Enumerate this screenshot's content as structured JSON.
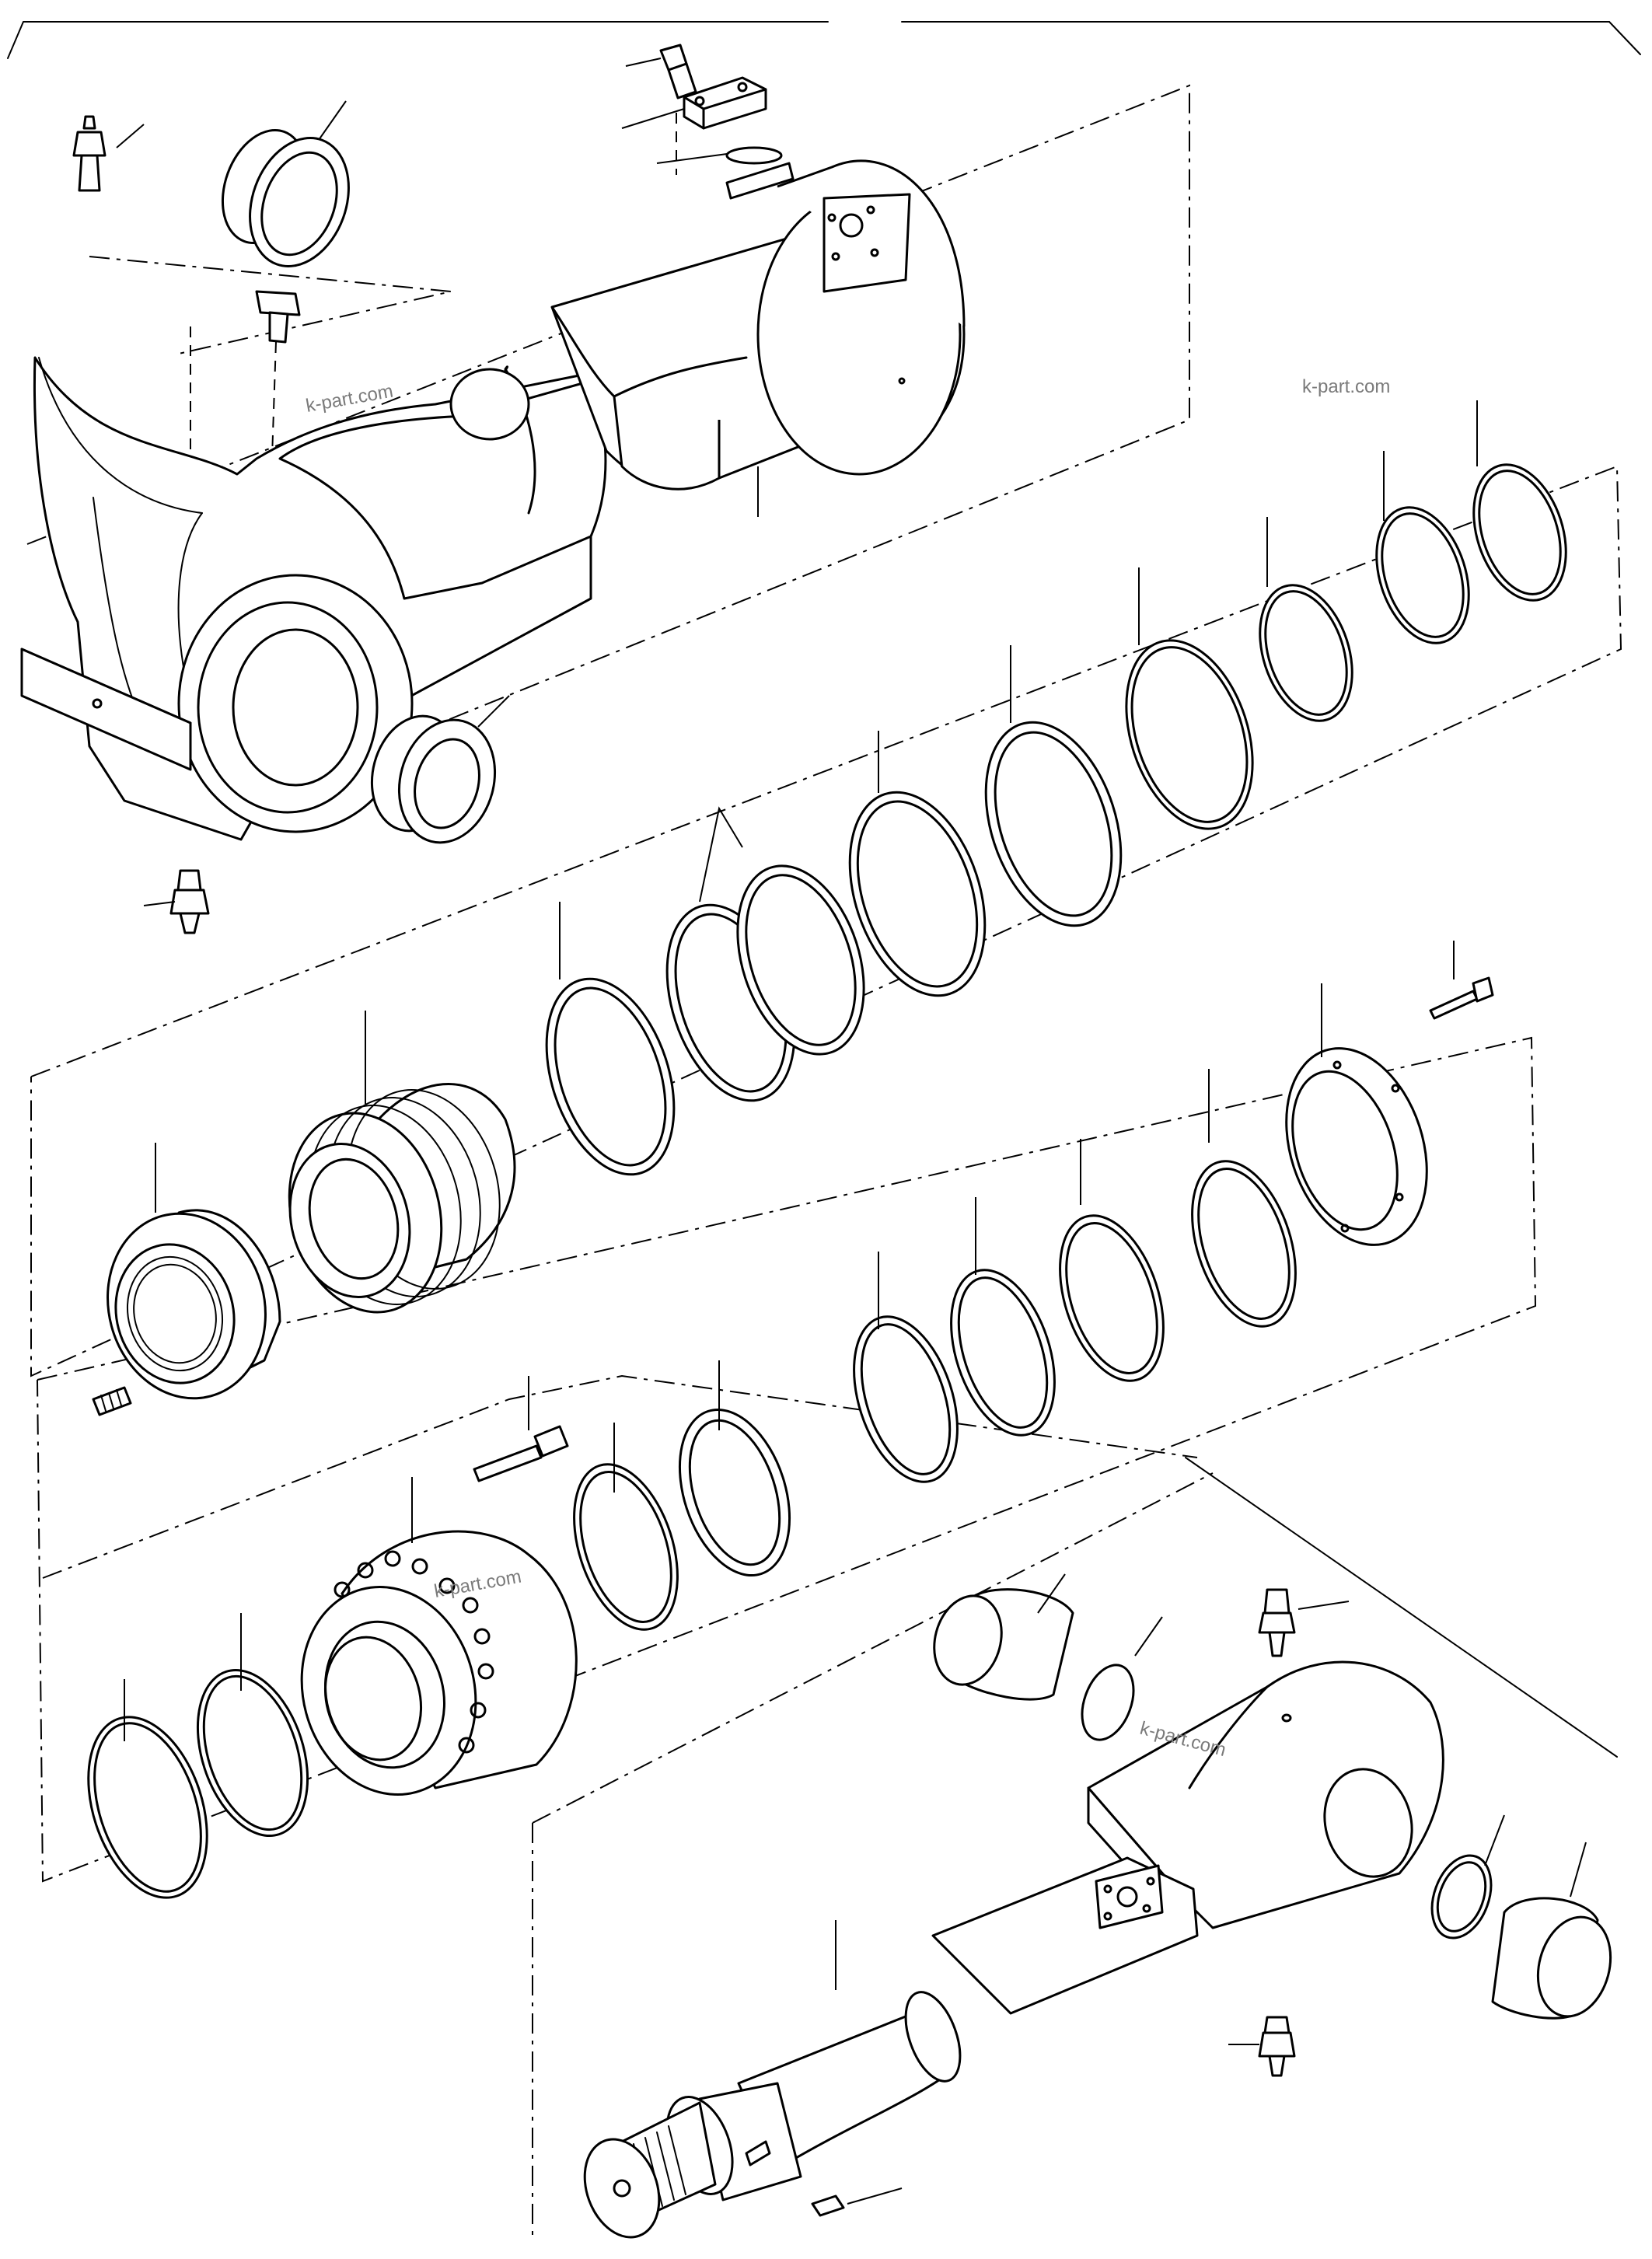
{
  "watermark": "k-part.com",
  "colors": {
    "line": "#000000",
    "background": "#ffffff",
    "watermark": "#7a7a7a"
  },
  "parts": [
    "grease-nipple",
    "bushing",
    "hex-bolt",
    "socket-cap-screw",
    "clamp-block",
    "o-ring",
    "cylinder-tube",
    "wiper-bushing",
    "cylinder-head",
    "piston",
    "piston-nut",
    "wear-ring",
    "seal-ring",
    "backup-ring",
    "flange-ring",
    "set-screw",
    "piston-rod",
    "rod-eye",
    "pin-bushing",
    "key"
  ]
}
